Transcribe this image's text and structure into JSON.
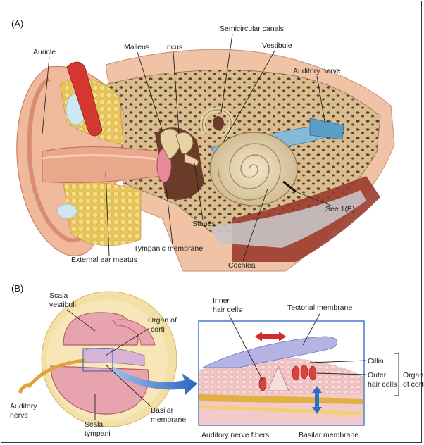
{
  "panel_a": {
    "tag": "(A)",
    "labels": {
      "auricle": "Auricle",
      "malleus": "Malleus",
      "incus": "Incus",
      "semicircular_canals": "Semicircular canals",
      "vestibule": "Vestibule",
      "auditory_nerve": "Auditory nerve",
      "see_ref": "See 1(B)",
      "stapes": "Stapes",
      "tympanic_membrane": "Tympanic membrane",
      "external_ear_meatus": "External ear meatus",
      "cochlea": "Cochlea"
    }
  },
  "panel_b": {
    "tag": "(B)",
    "labels": {
      "scala_vestibuli_1": "Scala",
      "scala_vestibuli_2": "vestibuli",
      "organ_corti_1": "Organ of",
      "organ_corti_2": "corti",
      "auditory_nerve_1": "Auditory",
      "auditory_nerve_2": "nerve",
      "scala_tympani_1": "Scala",
      "scala_tympani_2": "tympani",
      "basilar_membrane_1": "Basilar",
      "basilar_membrane_2": "membrane",
      "inner_hair_cells_1": "Inner",
      "inner_hair_cells_2": "hair cells",
      "tectorial_membrane": "Tectorial membrane",
      "cillia": "Cillia",
      "outer_hair_cells_1": "Outer",
      "outer_hair_cells_2": "hair cells",
      "organ_of_corti_1": "Organ",
      "organ_of_corti_2": "of corti",
      "auditory_nerve_fibers": "Auditory nerve fibers",
      "basilar_membrane_zoom": "Basilar membrane"
    }
  },
  "colors": {
    "skin": "#f2c8ad",
    "skin_dark": "#d99a7e",
    "bone": "#d8b98a",
    "cartilage_red": "#d43a3a",
    "fat_yellow": "#f1d36a",
    "nerve_blue": "#7fb4d6",
    "cochlea": "#e5d3b0",
    "frame_blue": "#3b6fc4",
    "arrow_red": "#d42a2a",
    "arrow_blue": "#2a6fc4"
  }
}
